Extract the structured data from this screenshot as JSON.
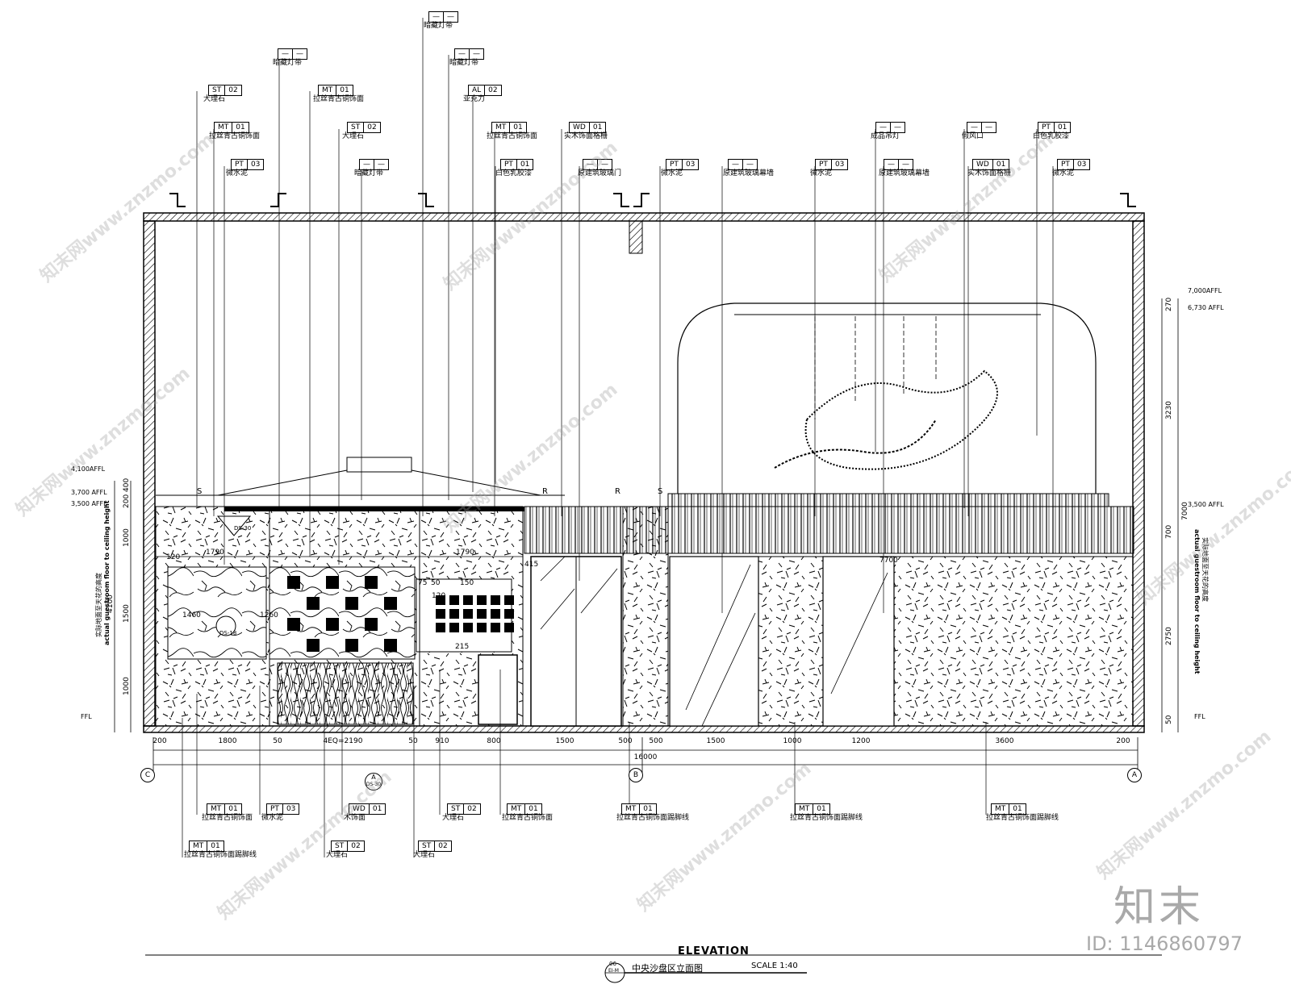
{
  "drawing": {
    "title": "ELEVATION",
    "subtitle": "中央沙盘区立面图",
    "scale": "SCALE 1:40",
    "sheet_no": "06",
    "sheet_ref": "EI-M"
  },
  "tags_top": [
    {
      "code": "ST",
      "num": "02",
      "desc": "大理石"
    },
    {
      "code": "MT",
      "num": "01",
      "desc": "拉丝青古铜饰面"
    },
    {
      "code": "PT",
      "num": "03",
      "desc": "微水泥"
    },
    {
      "code": "—",
      "num": "—",
      "desc": "暗藏灯带"
    },
    {
      "code": "MT",
      "num": "01",
      "desc": "拉丝青古铜饰面"
    },
    {
      "code": "ST",
      "num": "02",
      "desc": "大理石"
    },
    {
      "code": "—",
      "num": "—",
      "desc": "暗藏灯带"
    },
    {
      "code": "—",
      "num": "—",
      "desc": "暗藏灯带"
    },
    {
      "code": "—",
      "num": "—",
      "desc": "暗藏灯带"
    },
    {
      "code": "AL",
      "num": "02",
      "desc": "亚克力"
    },
    {
      "code": "MT",
      "num": "01",
      "desc": "拉丝青古铜饰面"
    },
    {
      "code": "PT",
      "num": "01",
      "desc": "白色乳胶漆"
    },
    {
      "code": "WD",
      "num": "01",
      "desc": "实木饰面格栅"
    },
    {
      "code": "—",
      "num": "—",
      "desc": "原建筑玻璃门"
    },
    {
      "code": "PT",
      "num": "03",
      "desc": "微水泥"
    },
    {
      "code": "—",
      "num": "—",
      "desc": "原建筑玻璃幕墙"
    },
    {
      "code": "PT",
      "num": "03",
      "desc": "微水泥"
    },
    {
      "code": "—",
      "num": "—",
      "desc": "成品吊灯"
    },
    {
      "code": "—",
      "num": "—",
      "desc": "原建筑玻璃幕墙"
    },
    {
      "code": "—",
      "num": "—",
      "desc": "假风口"
    },
    {
      "code": "WD",
      "num": "01",
      "desc": "实木饰面格栅"
    },
    {
      "code": "PT",
      "num": "01",
      "desc": "白色乳胶漆"
    },
    {
      "code": "PT",
      "num": "03",
      "desc": "微水泥"
    }
  ],
  "tags_bottom": [
    {
      "code": "MT",
      "num": "01",
      "desc": "拉丝青古铜饰面"
    },
    {
      "code": "PT",
      "num": "03",
      "desc": "微水泥"
    },
    {
      "code": "WD",
      "num": "01",
      "desc": "木饰面"
    },
    {
      "code": "ST",
      "num": "02",
      "desc": "大理石"
    },
    {
      "code": "MT",
      "num": "01",
      "desc": "拉丝青古铜饰面"
    },
    {
      "code": "MT",
      "num": "01",
      "desc": "拉丝青古铜饰面踢脚线"
    },
    {
      "code": "MT",
      "num": "01",
      "desc": "拉丝青古铜饰面踢脚线"
    },
    {
      "code": "MT",
      "num": "01",
      "desc": "拉丝青古铜饰面踢脚线"
    },
    {
      "code": "MT",
      "num": "01",
      "desc": "拉丝青古铜饰面踢脚线"
    },
    {
      "code": "ST",
      "num": "02",
      "desc": "大理石"
    },
    {
      "code": "ST",
      "num": "02",
      "desc": "大理石"
    }
  ],
  "dims_bottom": [
    "200",
    "1800",
    "50",
    "4EQ=2190",
    "50",
    "910",
    "800",
    "1500",
    "500",
    "500",
    "1500",
    "1000",
    "1200",
    "3600",
    "200"
  ],
  "dim_total": "16000",
  "dims_left": [
    "400",
    "200",
    "1000",
    "1500",
    "1000",
    "4100"
  ],
  "dims_right": [
    "270",
    "3230",
    "700",
    "2750",
    "50",
    "7000"
  ],
  "levels_left": [
    "4,100AFFL",
    "3,700 AFFL",
    "3,500 AFFL",
    "FFL"
  ],
  "levels_right": [
    "7,000AFFL",
    "6,730 AFFL",
    "3,500 AFFL",
    "FFL"
  ],
  "vertical_note_cn": "实际地面至天花的高度",
  "vertical_note_en": "actual guestroom floor to ceiling height",
  "grid_labels": [
    "C",
    "B",
    "A"
  ],
  "section_mark": {
    "letter": "A",
    "ref": "DS-30"
  },
  "inner_dims": [
    "1790",
    "1790",
    "7700",
    "120",
    "1460",
    "1260",
    "415",
    "215",
    "75",
    "50",
    "150",
    "120"
  ],
  "symbols": [
    "S",
    "R",
    "R",
    "S"
  ],
  "detail_marks": [
    "DS-30",
    "DS-18"
  ],
  "watermark": "知末网www.znzmo.com",
  "logo": "知末",
  "id_text": "ID: 1146860797"
}
